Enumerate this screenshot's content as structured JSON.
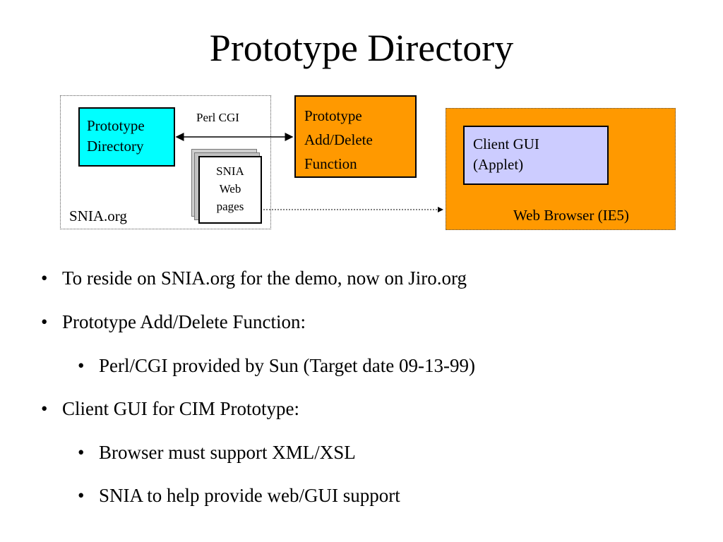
{
  "slide": {
    "title": "Prototype Directory"
  },
  "diagram": {
    "prototype_directory_line1": "Prototype",
    "prototype_directory_line2": "Directory",
    "perl_cgi": "Perl CGI",
    "add_delete_line1": "Prototype",
    "add_delete_line2": "Add/Delete",
    "add_delete_line3": "Function",
    "snia_pages_line1": "SNIA",
    "snia_pages_line2": "Web",
    "snia_pages_line3": "pages",
    "snia_org_label": "SNIA.org",
    "client_gui_line1": "Client GUI",
    "client_gui_line2": "(Applet)",
    "web_browser_label": "Web Browser (IE5)",
    "colors": {
      "prototype_directory": "#00ffff",
      "orange": "#ff9900",
      "client_gui": "#ccccff"
    }
  },
  "bullets": [
    {
      "text": "To reside on SNIA.org for the demo, now on Jiro.org",
      "level": 1
    },
    {
      "text": "Prototype Add/Delete Function:",
      "level": 1
    },
    {
      "text": "Perl/CGI provided by Sun (Target date 09-13-99)",
      "level": 2
    },
    {
      "text": "Client GUI for CIM Prototype:",
      "level": 1
    },
    {
      "text": "Browser must support XML/XSL",
      "level": 2
    },
    {
      "text": "SNIA to help provide web/GUI support",
      "level": 2
    }
  ],
  "bullet_symbol": "•"
}
